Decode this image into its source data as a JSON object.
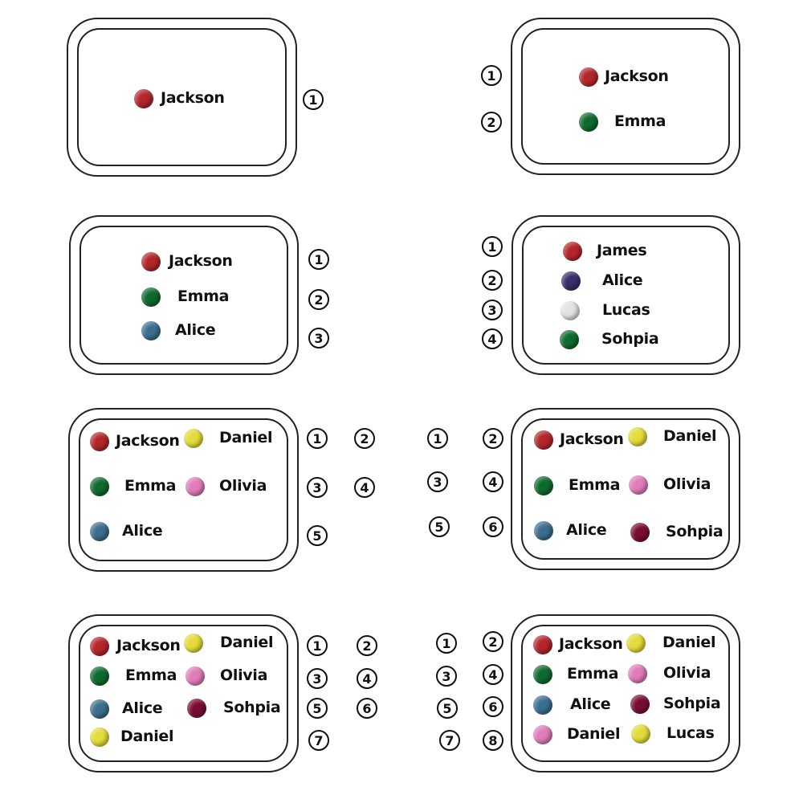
{
  "gem_colors": {
    "red": "#b3262b",
    "green": "#0f6a2f",
    "blue": "#3b6e8e",
    "yellow": "#e4dc3a",
    "pink": "#e07cb8",
    "wine": "#7a0b33",
    "purple": "#3a2e6b",
    "white": "#e2e2e2"
  },
  "panels": [
    {
      "entries": [
        {
          "name": "Jackson",
          "gem": "red"
        }
      ],
      "numbers": [
        "1"
      ]
    },
    {
      "entries": [
        {
          "name": "Jackson",
          "gem": "red"
        },
        {
          "name": "Emma",
          "gem": "green"
        }
      ],
      "numbers": [
        "1",
        "2"
      ]
    },
    {
      "entries": [
        {
          "name": "Jackson",
          "gem": "red"
        },
        {
          "name": "Emma",
          "gem": "green"
        },
        {
          "name": "Alice",
          "gem": "blue"
        }
      ],
      "numbers": [
        "1",
        "2",
        "3"
      ]
    },
    {
      "entries": [
        {
          "name": "James",
          "gem": "red"
        },
        {
          "name": "Alice",
          "gem": "purple"
        },
        {
          "name": "Lucas",
          "gem": "white"
        },
        {
          "name": "Sohpia",
          "gem": "green"
        }
      ],
      "numbers": [
        "1",
        "2",
        "3",
        "4"
      ]
    },
    {
      "entries": [
        {
          "name": "Jackson",
          "gem": "red"
        },
        {
          "name": "Daniel",
          "gem": "yellow"
        },
        {
          "name": "Emma",
          "gem": "green"
        },
        {
          "name": "Olivia",
          "gem": "pink"
        },
        {
          "name": "Alice",
          "gem": "blue"
        }
      ],
      "numbers": [
        "1",
        "2",
        "3",
        "4",
        "5"
      ]
    },
    {
      "entries": [
        {
          "name": "Jackson",
          "gem": "red"
        },
        {
          "name": "Daniel",
          "gem": "yellow"
        },
        {
          "name": "Emma",
          "gem": "green"
        },
        {
          "name": "Olivia",
          "gem": "pink"
        },
        {
          "name": "Alice",
          "gem": "blue"
        },
        {
          "name": "Sohpia",
          "gem": "wine"
        }
      ],
      "numbers": [
        "1",
        "2",
        "3",
        "4",
        "5",
        "6"
      ]
    },
    {
      "entries": [
        {
          "name": "Jackson",
          "gem": "red"
        },
        {
          "name": "Daniel",
          "gem": "yellow"
        },
        {
          "name": "Emma",
          "gem": "green"
        },
        {
          "name": "Olivia",
          "gem": "pink"
        },
        {
          "name": "Alice",
          "gem": "blue"
        },
        {
          "name": "Sohpia",
          "gem": "wine"
        },
        {
          "name": "Daniel",
          "gem": "yellow"
        }
      ],
      "numbers": [
        "1",
        "2",
        "3",
        "4",
        "5",
        "6",
        "7"
      ]
    },
    {
      "entries": [
        {
          "name": "Jackson",
          "gem": "red"
        },
        {
          "name": "Daniel",
          "gem": "yellow"
        },
        {
          "name": "Emma",
          "gem": "green"
        },
        {
          "name": "Olivia",
          "gem": "pink"
        },
        {
          "name": "Alice",
          "gem": "blue"
        },
        {
          "name": "Sohpia",
          "gem": "wine"
        },
        {
          "name": "Daniel",
          "gem": "pink"
        },
        {
          "name": "Lucas",
          "gem": "yellow"
        }
      ],
      "numbers": [
        "1",
        "2",
        "3",
        "4",
        "5",
        "6",
        "7",
        "8"
      ]
    }
  ]
}
